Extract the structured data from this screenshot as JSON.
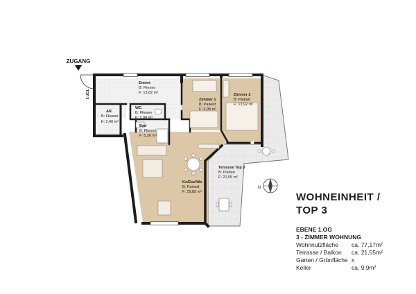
{
  "plan": {
    "entrance_label": "ZUGANG",
    "top_tag": "TOP 3",
    "north": "N",
    "rooms": [
      {
        "name": "Entreé",
        "floor": "B: Fliesen",
        "area": "F: 13,82 m²"
      },
      {
        "name": "WC",
        "floor": "B: Fliesen",
        "area": "F: 1,94 m²"
      },
      {
        "name": "AR",
        "floor": "B: Fliesen",
        "area": "F: 2,40 m²"
      },
      {
        "name": "Bad",
        "floor": "B: Fliesen",
        "area": "F: 5,26 m²"
      },
      {
        "name": "Zimmer 1",
        "floor": "B: Parkett",
        "area": "F: 9,98 m²"
      },
      {
        "name": "Zimmer 2",
        "floor": "B: Parkett",
        "area": "F: 13,92 m²"
      },
      {
        "name": "Terrasse Top 3",
        "floor": "B: Platten",
        "area": "F: 21,55 m²"
      },
      {
        "name": "Ko/Ess/Wo",
        "floor": "B: Parkett",
        "area": "F: 29,85 m²"
      }
    ]
  },
  "info": {
    "title_line1": "WOHNEINHEIT /",
    "title_line2": "TOP 3",
    "level": "EBENE 1.OG",
    "type": "3 - ZIMMER WOHNUNG",
    "rows": [
      {
        "label": "Wohnnutzfläche",
        "value": "ca. 77,17m²"
      },
      {
        "label": "Terrasse / Balkon",
        "value": "ca. 21,55m²"
      },
      {
        "label": "Garten / Grünfläche",
        "value": "x"
      },
      {
        "label": "Keller",
        "value": "ca. 9,9m²"
      }
    ]
  },
  "colors": {
    "wall": "#1c1c1c",
    "parquet": "#dcc8a6",
    "tile": "#efefef",
    "terrace": "#e6e6e6"
  }
}
